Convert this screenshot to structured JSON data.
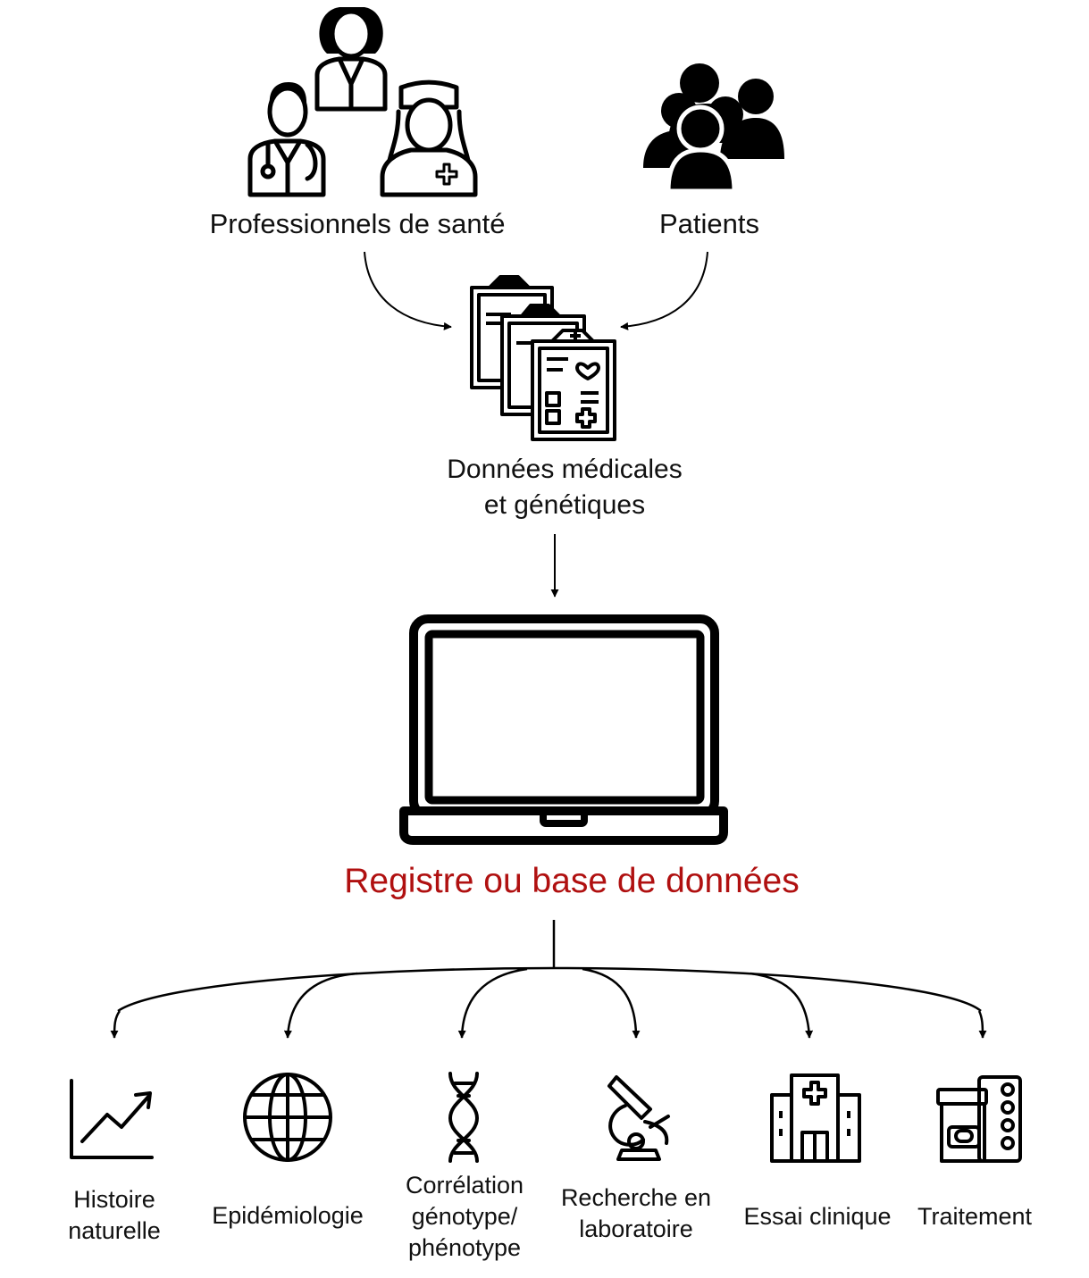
{
  "nodes": {
    "professionals": {
      "label": "Professionnels de santé",
      "icon": "healthcare-team-icon"
    },
    "patients": {
      "label": "Patients",
      "icon": "patients-group-icon"
    },
    "records": {
      "line1": "Données médicales",
      "line2": "et génétiques",
      "icon": "medical-records-icon"
    },
    "database": {
      "label": "Registre ou base de données",
      "icon": "laptop-icon"
    }
  },
  "outputs": [
    {
      "lines": [
        "Histoire",
        "naturelle"
      ],
      "icon": "trend-chart-icon"
    },
    {
      "lines": [
        "Epidémiologie"
      ],
      "icon": "globe-icon"
    },
    {
      "lines": [
        "Corrélation",
        "génotype/",
        "phénotype"
      ],
      "icon": "dna-icon"
    },
    {
      "lines": [
        "Recherche en",
        "laboratoire"
      ],
      "icon": "microscope-icon"
    },
    {
      "lines": [
        "Essai clinique"
      ],
      "icon": "hospital-icon"
    },
    {
      "lines": [
        "Traitement"
      ],
      "icon": "medication-icon"
    }
  ],
  "colors": {
    "ink": "#000000",
    "text": "#111111",
    "accent": "#b01010"
  }
}
